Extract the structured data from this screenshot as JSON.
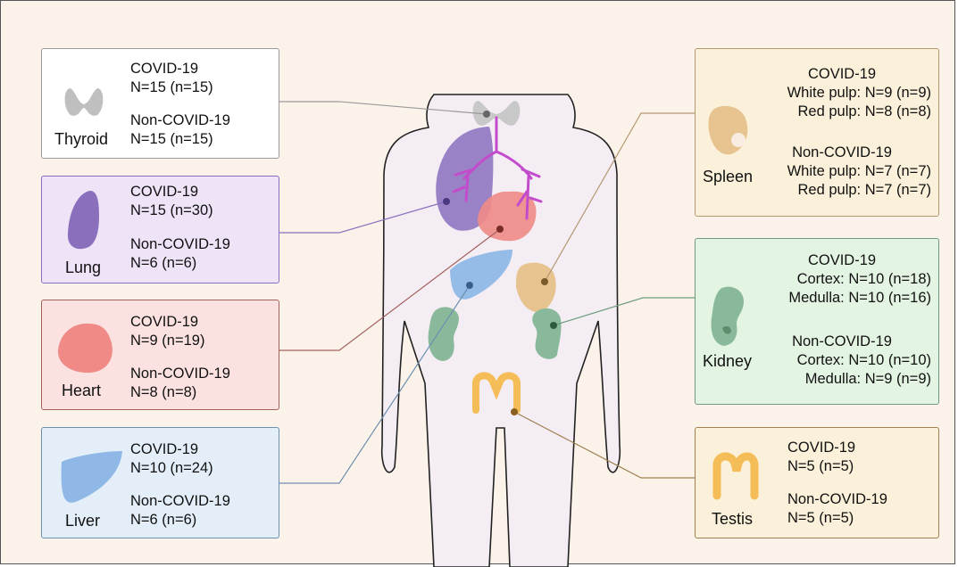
{
  "colors": {
    "background": "#fbf3ea",
    "thyroid": "#bfbfbf",
    "lung": "#8a6fbd",
    "heart": "#ef8a86",
    "liver": "#8fb8e6",
    "spleen": "#e6c38f",
    "kidney": "#89b99a",
    "testis": "#f5bd58"
  },
  "organs": {
    "thyroid": {
      "name": "Thyroid",
      "icon": "thyroid-icon",
      "covid": {
        "label": "COVID-19",
        "lines": [
          "N=15 (n=15)"
        ]
      },
      "noncovid": {
        "label": "Non-COVID-19",
        "lines": [
          "N=15 (n=15)"
        ]
      }
    },
    "lung": {
      "name": "Lung",
      "icon": "lung-icon",
      "covid": {
        "label": "COVID-19",
        "lines": [
          "N=15 (n=30)"
        ]
      },
      "noncovid": {
        "label": "Non-COVID-19",
        "lines": [
          "N=6 (n=6)"
        ]
      }
    },
    "heart": {
      "name": "Heart",
      "icon": "heart-icon",
      "covid": {
        "label": "COVID-19",
        "lines": [
          "N=9 (n=19)"
        ]
      },
      "noncovid": {
        "label": "Non-COVID-19",
        "lines": [
          "N=8 (n=8)"
        ]
      }
    },
    "liver": {
      "name": "Liver",
      "icon": "liver-icon",
      "covid": {
        "label": "COVID-19",
        "lines": [
          "N=10 (n=24)"
        ]
      },
      "noncovid": {
        "label": "Non-COVID-19",
        "lines": [
          "N=6 (n=6)"
        ]
      }
    },
    "spleen": {
      "name": "Spleen",
      "icon": "spleen-icon",
      "covid": {
        "label": "COVID-19",
        "lines": [
          "White pulp: N=9 (n=9)",
          "Red pulp: N=8 (n=8)"
        ]
      },
      "noncovid": {
        "label": "Non-COVID-19",
        "lines": [
          "White pulp: N=7 (n=7)",
          "Red pulp: N=7 (n=7)"
        ]
      }
    },
    "kidney": {
      "name": "Kidney",
      "icon": "kidney-icon",
      "covid": {
        "label": "COVID-19",
        "lines": [
          "Cortex: N=10 (n=18)",
          "Medulla: N=10 (n=16)"
        ]
      },
      "noncovid": {
        "label": "Non-COVID-19",
        "lines": [
          "Cortex: N=10 (n=10)",
          "Medulla: N=9 (n=9)"
        ]
      }
    },
    "testis": {
      "name": "Testis",
      "icon": "testis-icon",
      "covid": {
        "label": "COVID-19",
        "lines": [
          "N=5 (n=5)"
        ]
      },
      "noncovid": {
        "label": "Non-COVID-19",
        "lines": [
          "N=5 (n=5)"
        ]
      }
    }
  }
}
